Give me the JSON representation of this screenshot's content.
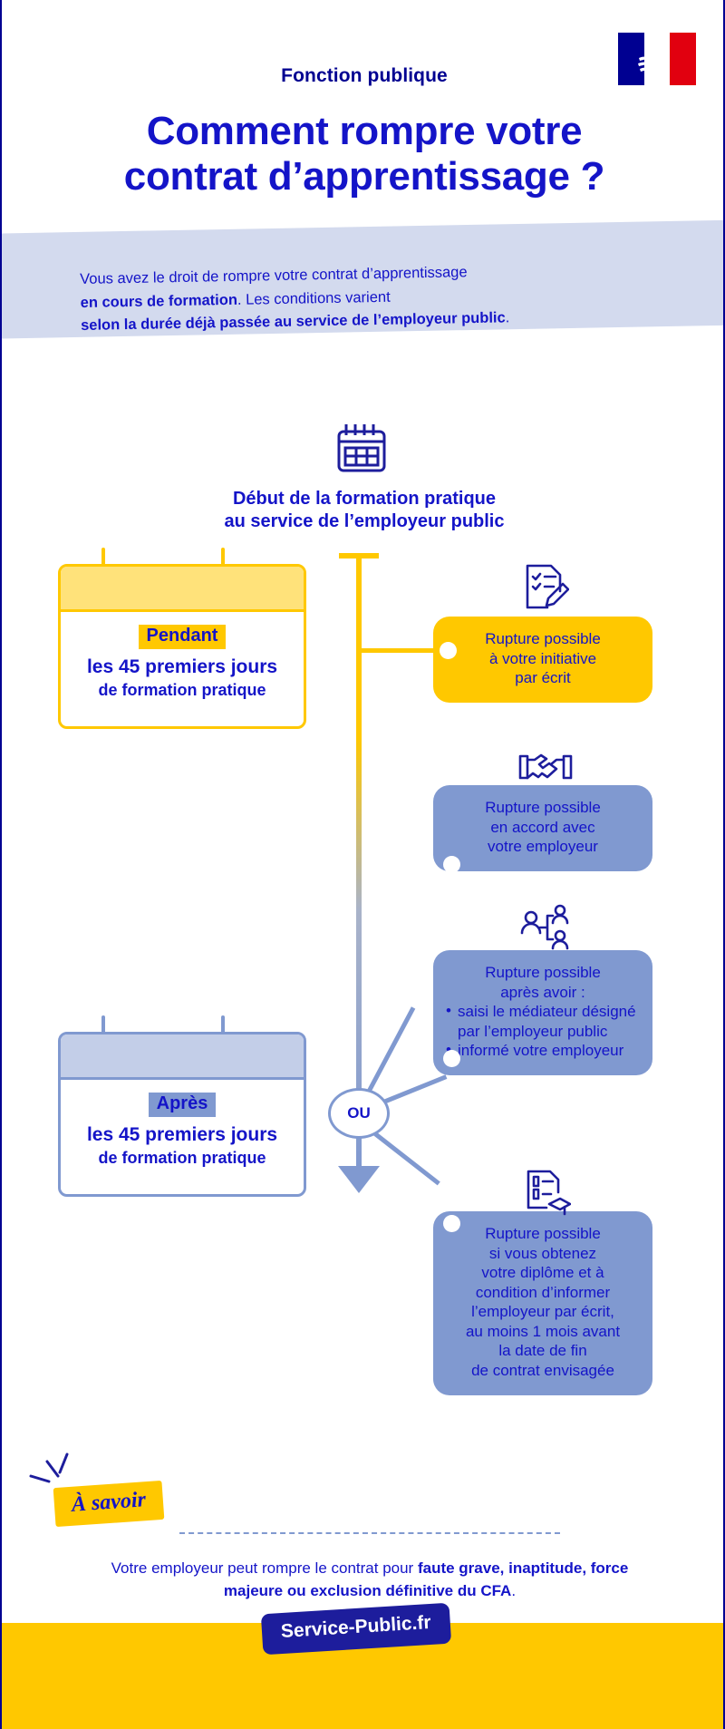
{
  "header": {
    "flag_alt": "french-republic-flag",
    "kicker": "Fonction publique",
    "title_line1": "Comment rompre votre",
    "title_line2": "contrat d’apprentissage ?"
  },
  "intro": {
    "line1_a": "Vous avez le droit de rompre votre contrat d’apprentissage",
    "line2_strong": "en cours de formation",
    "line2_rest": ". Les conditions varient",
    "line3_strong": "selon la durée déjà passée au service de l’employeur public",
    "line3_rest": "."
  },
  "timeline": {
    "start_icon": "calendar-icon",
    "start_label_line1": "Début de la formation pratique",
    "start_label_line2": "au service de l’employeur public",
    "branch_label": "OU",
    "arrow": "down-arrow"
  },
  "periods": [
    {
      "id": "pendant",
      "icon": "calendar-card-icon",
      "chip": "Pendant",
      "line1": "les 45 premiers jours",
      "line2": "de formation pratique",
      "color": "#FFC800"
    },
    {
      "id": "apres",
      "icon": "calendar-card-icon",
      "chip": "Après",
      "line1": "les 45 premiers jours",
      "line2": "de formation pratique",
      "color": "#8099D0"
    }
  ],
  "cards": [
    {
      "id": "initiative",
      "icon": "checklist-pen-icon",
      "color": "#FFC800",
      "lines": [
        "Rupture possible",
        "à votre initiative",
        "par écrit"
      ],
      "bullets": []
    },
    {
      "id": "accord-employeur",
      "icon": "handshake-icon",
      "color": "#8099D0",
      "lines": [
        "Rupture possible",
        "en accord avec",
        "votre employeur"
      ],
      "bullets": []
    },
    {
      "id": "mediateur",
      "icon": "mediation-people-icon",
      "color": "#8099D0",
      "lines": [
        "Rupture possible",
        "après avoir :"
      ],
      "bullets": [
        "saisi le médiateur désigné par l’employeur public",
        "informé votre employeur"
      ]
    },
    {
      "id": "diplome",
      "icon": "diploma-document-icon",
      "color": "#8099D0",
      "lines": [
        "Rupture possible",
        "si vous obtenez",
        "votre diplôme et à",
        "condition d’informer",
        "l’employeur par écrit,",
        "au moins 1 mois avant",
        "la date de fin",
        "de contrat envisagée"
      ],
      "bullets": []
    }
  ],
  "note": {
    "badge": "À savoir",
    "text_a": "Votre employeur peut rompre le contrat pour ",
    "text_strong": "faute grave, inaptitude, force majeure ou exclusion définitive du CFA",
    "text_end": "."
  },
  "footer": {
    "logo": "Service-Public.fr"
  },
  "colors": {
    "brand_blue": "#000091",
    "text_blue": "#1414C8",
    "yellow": "#FFC800",
    "light_yellow": "#FFE27A",
    "card_blue": "#8099D0",
    "band_blue": "#D3DAEE",
    "red": "#E1000F"
  }
}
